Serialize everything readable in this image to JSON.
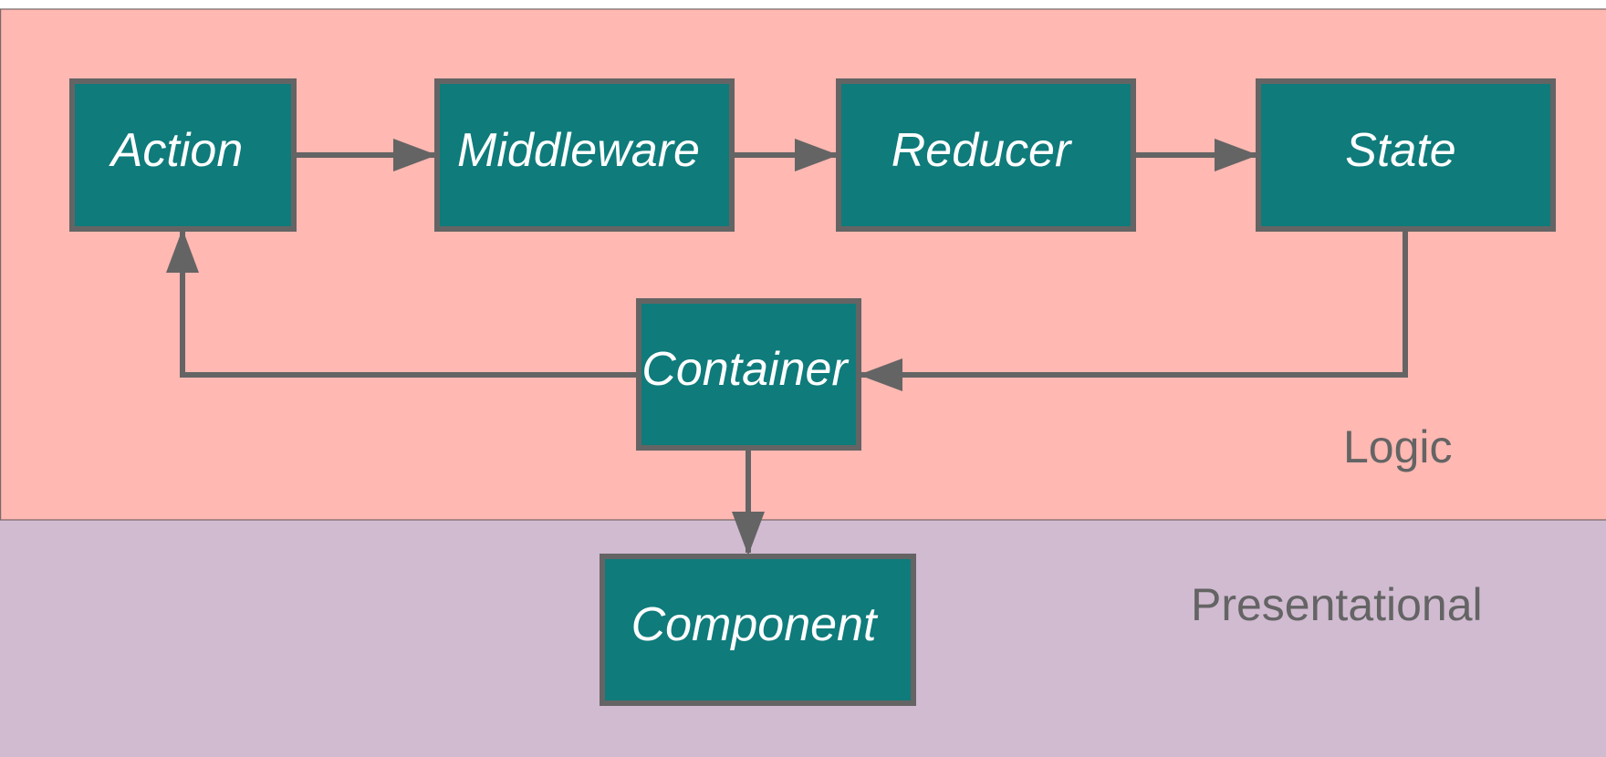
{
  "colors": {
    "logic_bg": "#ffb8b2",
    "presentational_bg": "#d1bbd1",
    "node_fill": "#0f7b7b",
    "node_border": "#646464",
    "connector": "#646464",
    "zone_text": "#646464",
    "node_text": "#ffffff"
  },
  "zones": {
    "logic": {
      "label": "Logic"
    },
    "presentational": {
      "label": "Presentational"
    }
  },
  "nodes": {
    "action": {
      "label": "Action"
    },
    "middleware": {
      "label": "Middleware"
    },
    "reducer": {
      "label": "Reducer"
    },
    "state": {
      "label": "State"
    },
    "container": {
      "label": "Container"
    },
    "component": {
      "label": "Component"
    }
  },
  "edges": [
    {
      "from": "Action",
      "to": "Middleware"
    },
    {
      "from": "Middleware",
      "to": "Reducer"
    },
    {
      "from": "Reducer",
      "to": "State"
    },
    {
      "from": "State",
      "to": "Container"
    },
    {
      "from": "Container",
      "to": "Action"
    },
    {
      "from": "Container",
      "to": "Component"
    }
  ]
}
